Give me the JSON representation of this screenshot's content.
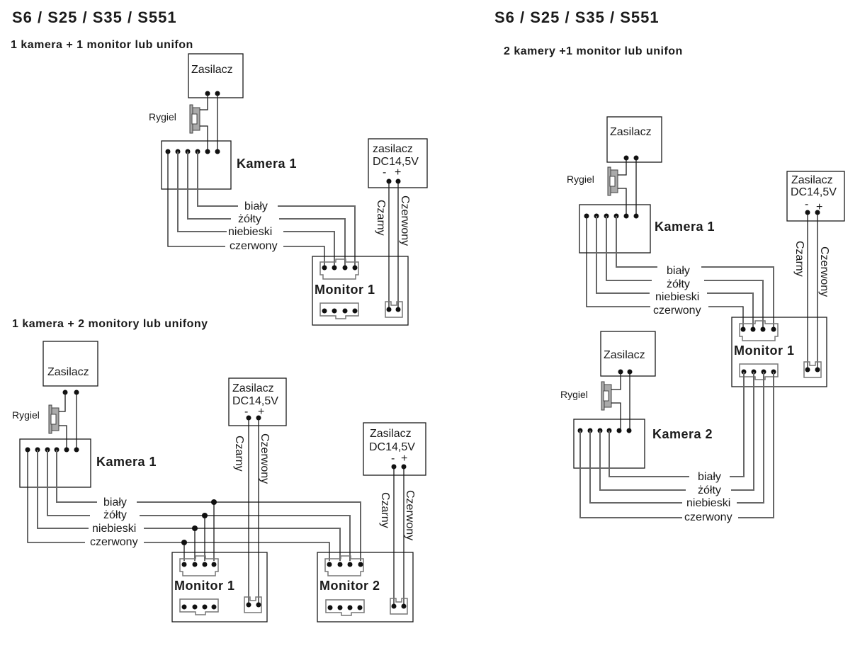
{
  "left_title": "S6 / S25 / S35 / S551",
  "right_title": "S6 / S25 / S35 / S551",
  "d1": {
    "subtitle": "1 kamera + 1 monitor lub unifon",
    "psu": "Zasilacz",
    "rygiel": "Rygiel",
    "camera": "Kamera 1",
    "dc_line1": "zasilacz",
    "dc_line2": "DC14,5V",
    "minus": "-",
    "plus": "+",
    "wire_black": "Czarny",
    "wire_red": "Czerwony",
    "monitor": "Monitor 1",
    "wires": [
      "biały",
      "żółty",
      "niebieski",
      "czerwony"
    ]
  },
  "d2": {
    "subtitle": "1 kamera + 2 monitory lub unifony",
    "psu": "Zasilacz",
    "rygiel": "Rygiel",
    "camera": "Kamera 1",
    "dc1_line1": "Zasilacz",
    "dc1_line2": "DC14,5V",
    "dc2_line1": "Zasilacz",
    "dc2_line2": "DC14,5V",
    "minus": "-",
    "plus": "+",
    "wire_black": "Czarny",
    "wire_red": "Czerwony",
    "monitor1": "Monitor 1",
    "monitor2": "Monitor 2",
    "wires": [
      "biały",
      "żółty",
      "niebieski",
      "czerwony"
    ]
  },
  "d3": {
    "subtitle": "2 kamery +1 monitor lub unifon",
    "psu1": "Zasilacz",
    "psu2": "Zasilacz",
    "rygiel": "Rygiel",
    "camera1": "Kamera 1",
    "camera2": "Kamera 2",
    "dc_line1": "Zasilacz",
    "dc_line2": "DC14,5V",
    "minus": "-",
    "plus": "+",
    "wire_black": "Czarny",
    "wire_red": "Czerwony",
    "monitor": "Monitor 1",
    "wires_cam1": [
      "biały",
      "żółty",
      "niebieski",
      "czerwony"
    ],
    "wires_cam2": [
      "biały",
      "żółty",
      "niebieski",
      "czerwony"
    ]
  }
}
